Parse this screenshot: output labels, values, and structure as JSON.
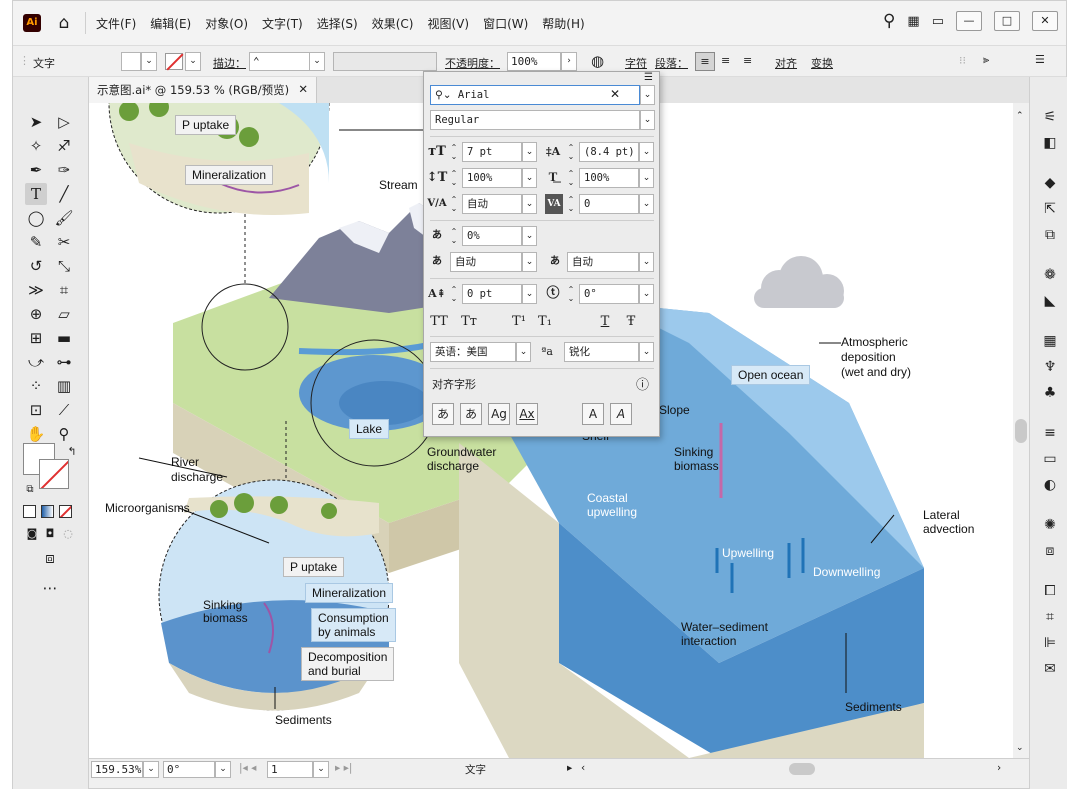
{
  "app": {
    "logo": "Ai",
    "menus": [
      "文件(F)",
      "编辑(E)",
      "对象(O)",
      "文字(T)",
      "选择(S)",
      "效果(C)",
      "视图(V)",
      "窗口(W)",
      "帮助(H)"
    ],
    "window_buttons": [
      "—",
      "□",
      "✕"
    ]
  },
  "control_bar": {
    "tool_label": "文字",
    "stroke_label": "描边：",
    "opacity_label": "不透明度：",
    "opacity_value": "100%",
    "char_link": "字符",
    "para_link": "段落：",
    "align_link": "对齐",
    "transform_link": "变换"
  },
  "document": {
    "tab_title": "示意图.ai* @ 159.53 % (RGB/预览)",
    "tab_close": "✕"
  },
  "status": {
    "zoom": "159.53%",
    "rotation": "0°",
    "artboard": "1",
    "tool": "文字"
  },
  "character_panel": {
    "font_search": "Arial",
    "font_style": "Regular",
    "font_size": "7 pt",
    "leading": "(8.4 pt)",
    "vertical_scale": "100%",
    "horizontal_scale": "100%",
    "kerning": "自动",
    "tracking": "0",
    "tsume": "0%",
    "aki_left": "自动",
    "aki_right": "自动",
    "baseline_shift": "0 pt",
    "rotation": "0°",
    "caps_all": "TT",
    "caps_small": "Tт",
    "superscript": "T¹",
    "subscript": "T₁",
    "underline": "T",
    "strikethrough": "Ŧ",
    "language": "英语：美国",
    "antialias_icon": "ªa",
    "antialias": "锐化",
    "snap_label": "对齐字形",
    "snap_buttons": [
      "あ",
      "あ",
      "Ag",
      "Ax",
      "A",
      "A"
    ]
  },
  "diagram": {
    "labels": {
      "p_uptake_top": "P uptake",
      "mineralization_top": "Mineralization",
      "stream": "Stream",
      "lake": "Lake",
      "groundwater": [
        "Groundwater",
        "discharge"
      ],
      "shelf": "Shelf",
      "slope": "Slope",
      "open_ocean": "Open ocean",
      "atmospheric": [
        "Atmospheric",
        "deposition",
        "(wet and dry)"
      ],
      "sinking_biomass_ocean": [
        "Sinking",
        "biomass"
      ],
      "coastal_upwelling": [
        "Coastal",
        "upwelling"
      ],
      "upwelling": "Upwelling",
      "downwelling": "Downwelling",
      "lateral_advection": [
        "Lateral",
        "advection"
      ],
      "water_sediment": [
        "Water–sediment",
        "interaction"
      ],
      "sediments_right": "Sediments",
      "river_discharge": [
        "River",
        "discharge"
      ],
      "microorganisms": "Microorganisms",
      "p_uptake_bottom": "P uptake",
      "mineralization_bottom": "Mineralization",
      "sinking_biomass_circle": [
        "Sinking",
        "biomass"
      ],
      "consumption": [
        "Consumption",
        "by animals"
      ],
      "decomposition": [
        "Decomposition",
        "and burial"
      ],
      "sediments_circle": "Sediments",
      "p_cut": "P"
    }
  }
}
